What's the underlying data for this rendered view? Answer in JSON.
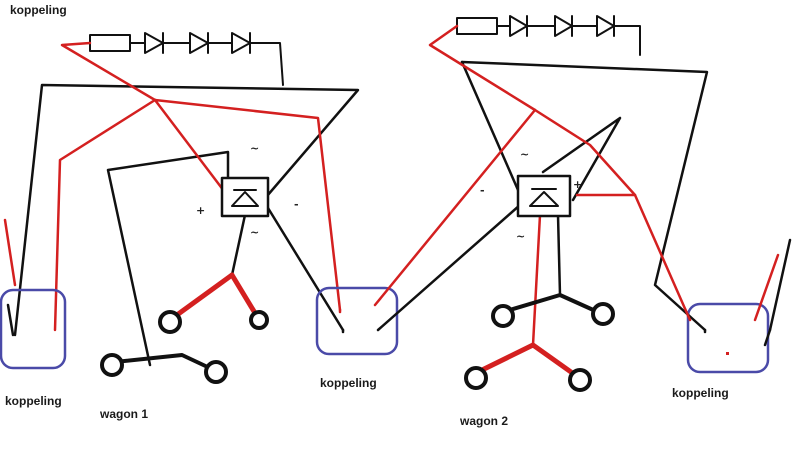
{
  "labels": {
    "koppeling_top": "koppeling",
    "koppeling_left": "koppeling",
    "koppeling_mid": "koppeling",
    "koppeling_right": "koppeling",
    "wagon1": "wagon 1",
    "wagon2": "wagon 2"
  },
  "bridge1": {
    "ac_top": "~",
    "ac_bottom": "~",
    "plus": "+",
    "minus": "-"
  },
  "bridge2": {
    "ac_top": "~",
    "ac_bottom": "~",
    "plus": "+",
    "minus": "-"
  },
  "colors": {
    "red": "#d42020",
    "black": "#111111",
    "blue": "#4a4aa8"
  }
}
